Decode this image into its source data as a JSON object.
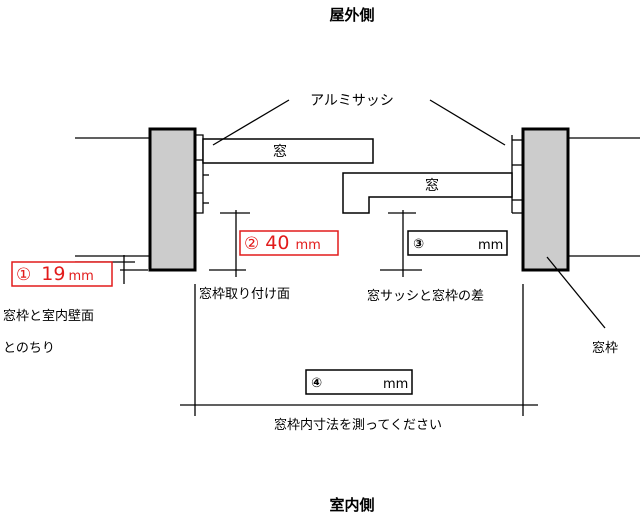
{
  "labels": {
    "outdoor_side": "屋外側",
    "indoor_side": "室内側",
    "aluminum_sash": "アルミサッシ",
    "window_left": "窓",
    "window_right": "窓",
    "frame_install_face": "窓枠取り付け面",
    "sash_frame_diff": "窓サッシと窓枠の差",
    "frame_wall_gap_line1": "窓枠と室内壁面",
    "frame_wall_gap_line2": "とのちり",
    "window_frame": "窓枠",
    "measure_instruction": "窓枠内寸法を測ってください"
  },
  "measurements": {
    "m1": {
      "num": "①",
      "value": "19",
      "unit": "mm"
    },
    "m2": {
      "num": "②",
      "value": "40",
      "unit": "mm"
    },
    "m3": {
      "num": "③",
      "value": "",
      "unit": "mm"
    },
    "m4": {
      "num": "④",
      "value": "",
      "unit": "mm"
    }
  },
  "colors": {
    "frame_fill": "#cccccc",
    "highlight": "#e21b1b",
    "line": "#000000"
  }
}
